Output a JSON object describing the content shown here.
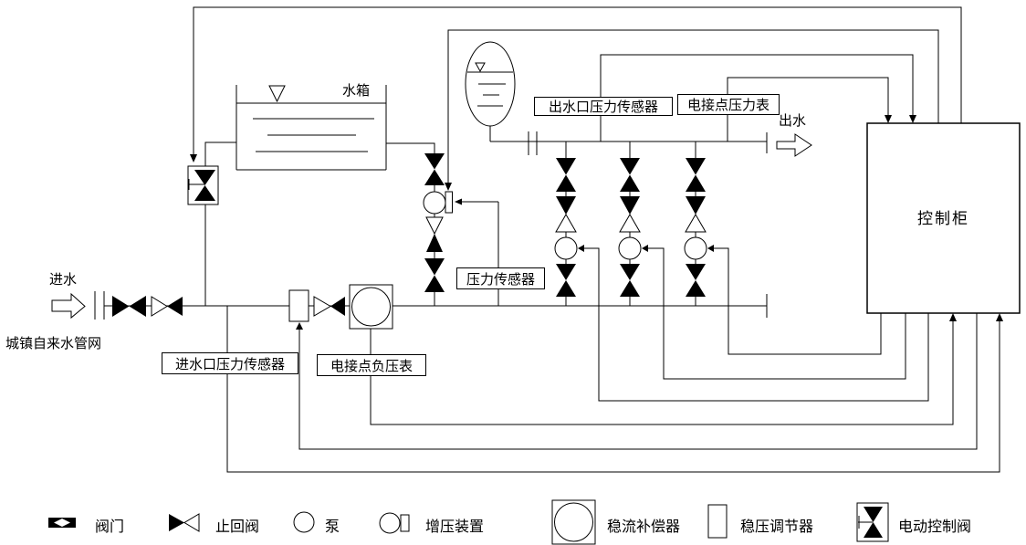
{
  "diagram": {
    "labels": {
      "inlet": "进水",
      "outlet": "出水",
      "tank": "水箱",
      "network": "城镇自来水管网",
      "cabinet": "控制柜",
      "inlet_pressure_sensor": "进水口压力传感器",
      "contact_vacuum_gauge": "电接点负压表",
      "pressure_sensor": "压力传感器",
      "outlet_pressure_sensor": "出水口压力传感器",
      "contact_pressure_gauge": "电接点压力表"
    }
  },
  "legend": {
    "items": [
      {
        "label": "阀门"
      },
      {
        "label": "止回阀"
      },
      {
        "label": "泵"
      },
      {
        "label": "增压装置"
      },
      {
        "label": "稳流补偿器"
      },
      {
        "label": "稳压调节器"
      },
      {
        "label": "电动控制阀"
      }
    ]
  },
  "colors": {
    "line": "#000000",
    "background": "#ffffff"
  }
}
